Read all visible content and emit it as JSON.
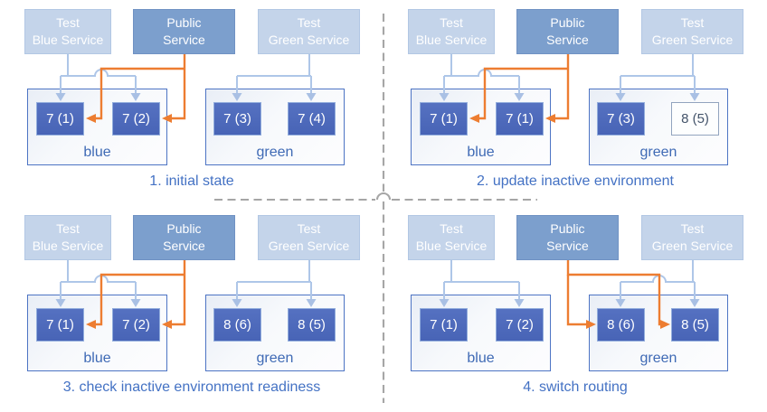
{
  "colors": {
    "service_light_fill": "#c4d4ea",
    "service_dark_fill": "#7c9fcd",
    "version_box_fill": "#4d6abc",
    "version_box_border": "#93aedd",
    "version_outlined_border": "#92a4be",
    "version_outlined_text": "#44546a",
    "environment_border": "#4d74c4",
    "environment_label_text": "#3f6ab5",
    "caption_text": "#4472c4",
    "connector_light_blue": "#aec6e8",
    "connector_orange": "#ed7d31",
    "divider_gray": "#a6a6a6"
  },
  "panels": [
    {
      "caption": "1. initial state",
      "public_routes_to": "blue",
      "services": [
        {
          "label": "Test\nBlue Service"
        },
        {
          "label": "Public\nService"
        },
        {
          "label": "Test\nGreen Service"
        }
      ],
      "environments": [
        {
          "name": "blue",
          "boxes": [
            {
              "label": "7 (1)",
              "style": "filled"
            },
            {
              "label": "7 (2)",
              "style": "filled"
            }
          ]
        },
        {
          "name": "green",
          "boxes": [
            {
              "label": "7 (3)",
              "style": "filled"
            },
            {
              "label": "7 (4)",
              "style": "filled"
            }
          ]
        }
      ]
    },
    {
      "caption": "2. update inactive environment",
      "public_routes_to": "blue",
      "services": [
        {
          "label": "Test\nBlue Service"
        },
        {
          "label": "Public\nService"
        },
        {
          "label": "Test\nGreen Service"
        }
      ],
      "environments": [
        {
          "name": "blue",
          "boxes": [
            {
              "label": "7 (1)",
              "style": "filled"
            },
            {
              "label": "7 (1)",
              "style": "filled"
            }
          ]
        },
        {
          "name": "green",
          "boxes": [
            {
              "label": "7 (3)",
              "style": "filled"
            },
            {
              "label": "8 (5)",
              "style": "outlined"
            }
          ]
        }
      ]
    },
    {
      "caption": "3. check inactive environment readiness",
      "public_routes_to": "blue",
      "services": [
        {
          "label": "Test\nBlue Service"
        },
        {
          "label": "Public\nService"
        },
        {
          "label": "Test\nGreen Service"
        }
      ],
      "environments": [
        {
          "name": "blue",
          "boxes": [
            {
              "label": "7 (1)",
              "style": "filled"
            },
            {
              "label": "7 (2)",
              "style": "filled"
            }
          ]
        },
        {
          "name": "green",
          "boxes": [
            {
              "label": "8 (6)",
              "style": "filled"
            },
            {
              "label": "8 (5)",
              "style": "filled"
            }
          ]
        }
      ]
    },
    {
      "caption": "4. switch routing",
      "public_routes_to": "green",
      "services": [
        {
          "label": "Test\nBlue Service"
        },
        {
          "label": "Public\nService"
        },
        {
          "label": "Test\nGreen Service"
        }
      ],
      "environments": [
        {
          "name": "blue",
          "boxes": [
            {
              "label": "7 (1)",
              "style": "filled"
            },
            {
              "label": "7 (2)",
              "style": "filled"
            }
          ]
        },
        {
          "name": "green",
          "boxes": [
            {
              "label": "8 (6)",
              "style": "filled"
            },
            {
              "label": "8 (5)",
              "style": "filled"
            }
          ]
        }
      ]
    }
  ]
}
